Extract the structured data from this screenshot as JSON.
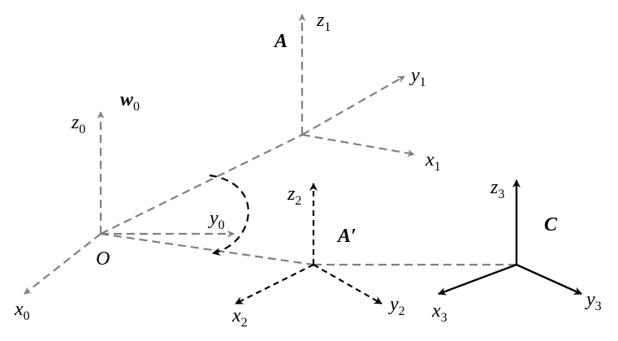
{
  "colors": {
    "gray": "#808080",
    "black": "#000000"
  },
  "frames": {
    "w0": {
      "name": "w",
      "sub": "0",
      "axes": {
        "z": "z",
        "z_sub": "0",
        "y": "y",
        "y_sub": "0",
        "x": "x",
        "x_sub": "0"
      }
    },
    "A": {
      "name": "A",
      "axes": {
        "z": "z",
        "z_sub": "1",
        "y": "y",
        "y_sub": "1",
        "x": "x",
        "x_sub": "1"
      }
    },
    "Ap": {
      "name": "A′",
      "axes": {
        "z": "z",
        "z_sub": "2",
        "y": "y",
        "y_sub": "2",
        "x": "x",
        "x_sub": "2"
      }
    },
    "C": {
      "name": "C",
      "axes": {
        "z": "z",
        "z_sub": "3",
        "y": "y",
        "y_sub": "3",
        "x": "x",
        "x_sub": "3"
      }
    }
  },
  "origin_label": "O"
}
